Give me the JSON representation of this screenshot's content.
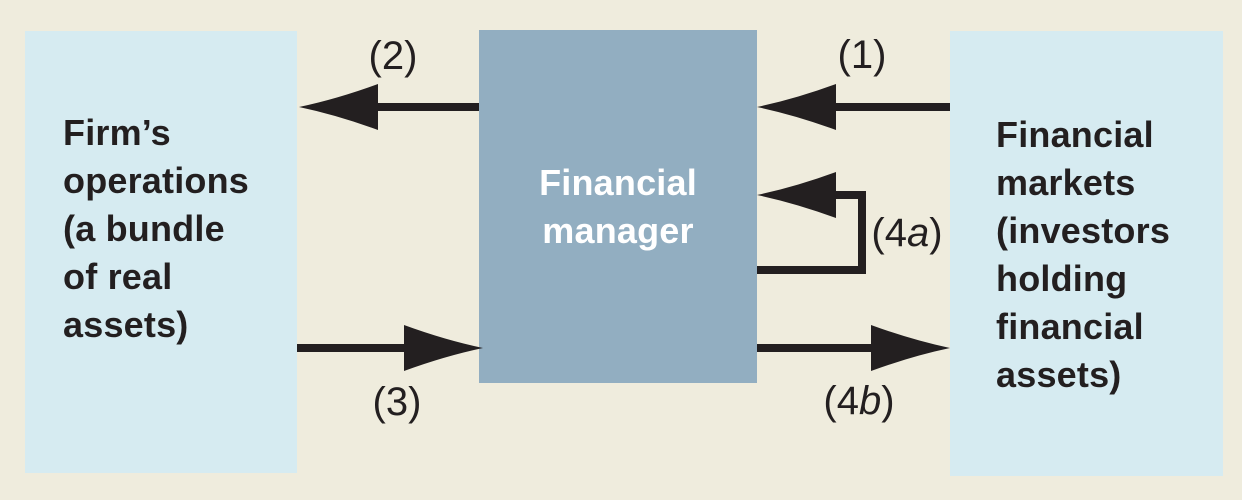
{
  "figure": {
    "description": "Flow of cash between financial markets and the firm's operations",
    "colors": {
      "background": "#efecdd",
      "side_box_fill": "#d6ebf1",
      "center_box_fill": "#92aec1",
      "arrow_and_text": "#231f20",
      "center_text": "#ffffff"
    }
  },
  "left_box": {
    "lines": [
      "Firm’s",
      "operations",
      "(a bundle",
      "of real",
      "assets)"
    ]
  },
  "center_box": {
    "lines": [
      "Financial",
      "manager"
    ]
  },
  "right_box": {
    "lines": [
      "Financial",
      "markets",
      "(investors",
      "holding",
      "financial",
      "assets)"
    ]
  },
  "labels": {
    "l1": "(1)",
    "l2": "(2)",
    "l3": "(3)",
    "l4a": {
      "prefix": "(4",
      "italic": "a",
      "suffix": ")"
    },
    "l4b": {
      "prefix": "(4",
      "italic": "b",
      "suffix": ")"
    }
  }
}
